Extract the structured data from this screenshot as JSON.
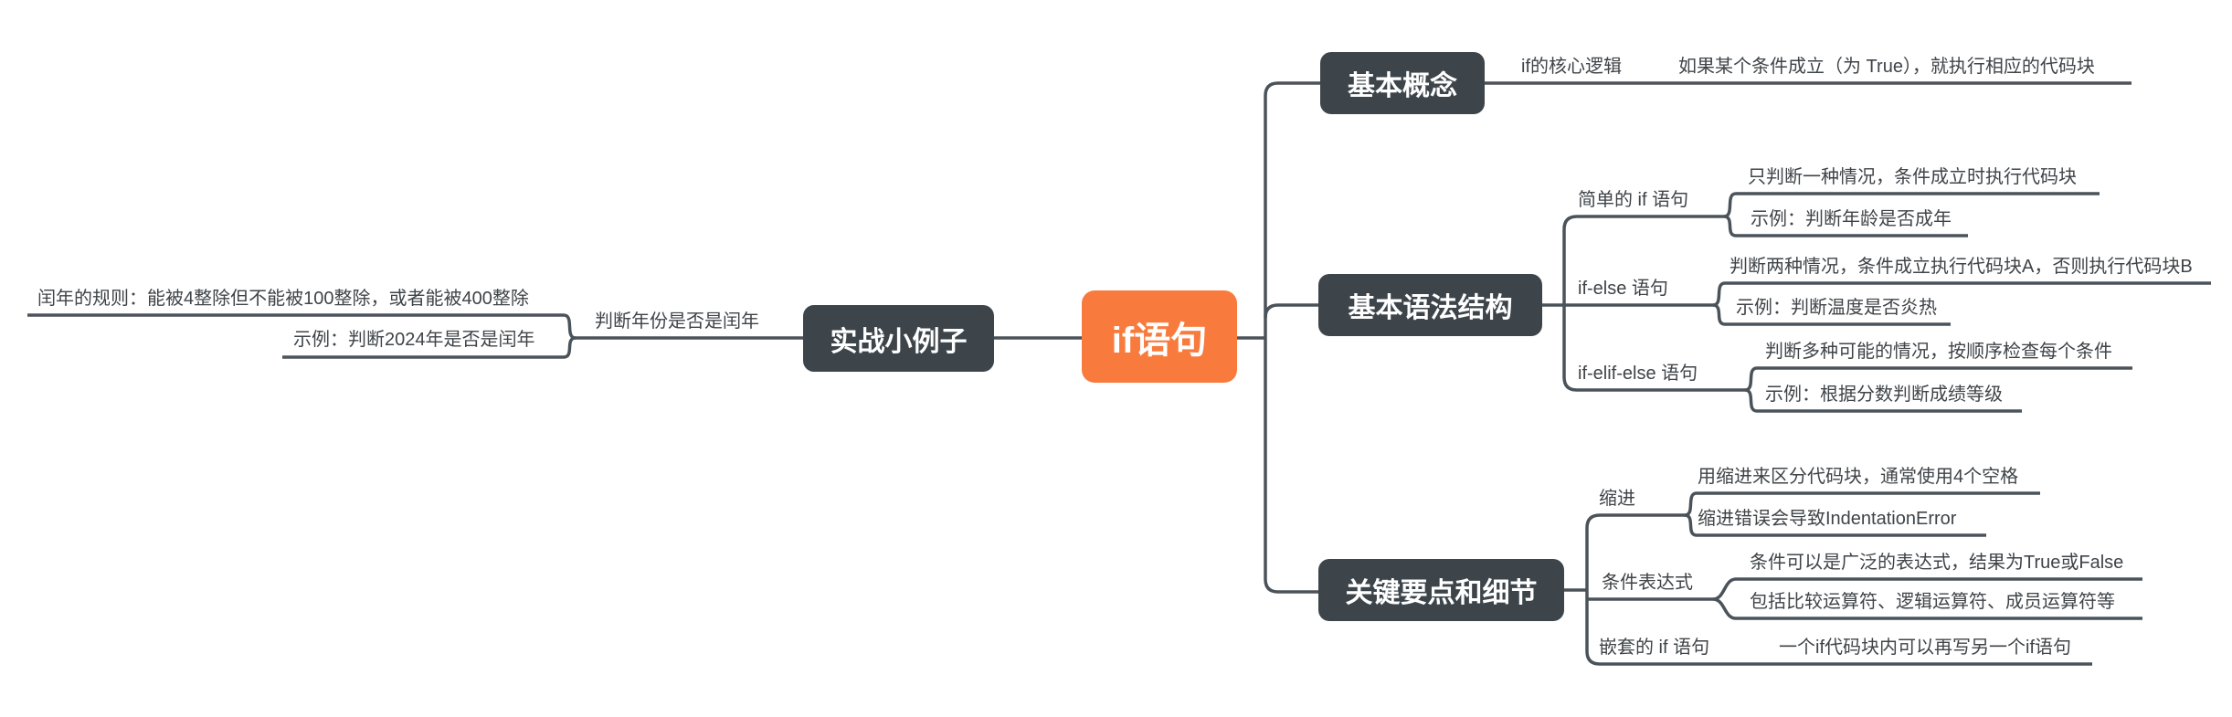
{
  "colors": {
    "root_bg": "#f87b3d",
    "topic_bg": "#3d454b",
    "line": "#4b535a",
    "label_text": "#3f4448",
    "topic_text": "#ffffff",
    "background": "#ffffff"
  },
  "root": {
    "label": "if语句"
  },
  "left_branch": {
    "label": "实战小例子",
    "leap_year": {
      "label": "判断年份是否是闰年",
      "rule": "闰年的规则：能被4整除但不能被100整除，或者能被400整除",
      "example": "示例：判断2024年是否是闰年"
    }
  },
  "right_branches": {
    "basic_concept": {
      "label": "基本概念",
      "core_logic": {
        "label": "if的核心逻辑",
        "detail": "如果某个条件成立（为 True），就执行相应的代码块"
      }
    },
    "syntax": {
      "label": "基本语法结构",
      "simple_if": {
        "label": "简单的 if 语句",
        "detail": "只判断一种情况，条件成立时执行代码块",
        "example": "示例：判断年龄是否成年"
      },
      "if_else": {
        "label": "if-else 语句",
        "detail": "判断两种情况，条件成立执行代码块A，否则执行代码块B",
        "example": "示例：判断温度是否炎热"
      },
      "if_elif_else": {
        "label": "if-elif-else 语句",
        "detail": "判断多种可能的情况，按顺序检查每个条件",
        "example": "示例：根据分数判断成绩等级"
      }
    },
    "key_points": {
      "label": "关键要点和细节",
      "indentation": {
        "label": "缩进",
        "detail": "用缩进来区分代码块，通常使用4个空格",
        "note": "缩进错误会导致IndentationError"
      },
      "condition_expression": {
        "label": "条件表达式",
        "detail": "条件可以是广泛的表达式，结果为True或False",
        "note": "包括比较运算符、逻辑运算符、成员运算符等"
      },
      "nested_if": {
        "label": "嵌套的 if 语句",
        "detail": "一个if代码块内可以再写另一个if语句"
      }
    }
  }
}
